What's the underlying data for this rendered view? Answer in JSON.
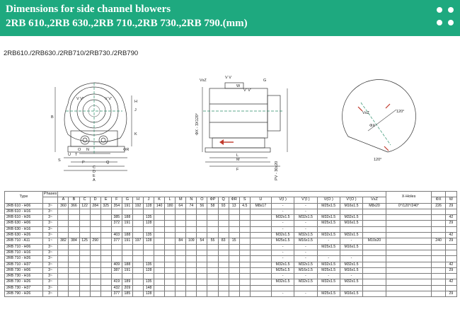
{
  "header": {
    "title_line1": "Dimensions for side channel blowers",
    "title_line2": "2RB 610.,2RB 630.,2RB 710.,2RB 730.,2RB 790.(mm)",
    "background_color": "#1ea97f"
  },
  "subtitle": "2RB610./2RB630./2RB710/2RB730./2RB790",
  "drawing": {
    "front_labels": {
      "A": "A",
      "B": "B",
      "C": "C",
      "D": "D",
      "E": "E",
      "H": "H",
      "J": "J",
      "K": "K",
      "N": "N",
      "O": "O",
      "P": "P",
      "Q": "Q",
      "R": "ΦR",
      "S": "S",
      "T": "T",
      "U": "U",
      "V1": "V V'",
      "V2": "V V'"
    },
    "side_labels": {
      "F": "F",
      "G": "G",
      "L": "L",
      "M": "M",
      "W": "W",
      "X": "ΦX - 3X120°",
      "Vxz": "VxZ",
      "Vv": "V V",
      "Vw": "V' V'",
      "PV": "PV - 30x20"
    },
    "flange_labels": {
      "angle_top": "120°",
      "angle_bottom": "120°",
      "Vxz": "VxZ",
      "X": "ΦX"
    }
  },
  "table": {
    "headers_row1": {
      "type": "Type",
      "phases": "Phases",
      "xholes": "X-Holes"
    },
    "headers_row2": [
      "A",
      "B",
      "C",
      "D",
      "E",
      "F",
      "G",
      "H",
      "J",
      "K",
      "L",
      "M",
      "N",
      "O",
      "ΦP",
      "Q",
      "ΦR",
      "S",
      "U",
      "V(I )",
      "V'(I )",
      "V(O )",
      "V'(O )",
      "VxZ",
      "ΦX",
      "W"
    ],
    "rows": [
      {
        "type": "2RB 610 - H06",
        "phase": "3~",
        "cells": [
          "360",
          "366",
          "122",
          "284",
          "325",
          "354",
          "191",
          "192",
          "128",
          "140",
          "180",
          "64",
          "74",
          "56",
          "58",
          "93",
          "13",
          "4.5",
          "M8x17",
          "-",
          "-",
          "M25x1.5",
          "M16x1.5",
          "M8x20",
          "0°/120°/240°",
          "226",
          "29"
        ]
      },
      {
        "type": "2RB 610 - H16",
        "phase": "3~",
        "cells": [
          "",
          "",
          "",
          "",
          "",
          "",
          "",
          "",
          "",
          "",
          "",
          "",
          "",
          "",
          "",
          "",
          "",
          "",
          "",
          "-",
          "-",
          "",
          "",
          "",
          "",
          "",
          ""
        ]
      },
      {
        "type": "2RB 610 - H26",
        "phase": "3~",
        "cells": [
          "",
          "",
          "",
          "",
          "",
          "385",
          "188",
          "",
          "135",
          "",
          "",
          "",
          "",
          "",
          "",
          "",
          "",
          "",
          "",
          "M32x1.5",
          "M32x1.5",
          "M32x1.5",
          "M32x1.5",
          "",
          "",
          "",
          "42"
        ]
      },
      {
        "type": "2RB 630 - H06",
        "phase": "3~",
        "cells": [
          "",
          "",
          "",
          "",
          "",
          "372",
          "191",
          "",
          "128",
          "",
          "",
          "",
          "",
          "",
          "",
          "",
          "",
          "",
          "",
          "-",
          "-",
          "M25x1.5",
          "M16x1.5",
          "",
          "",
          "",
          "29"
        ]
      },
      {
        "type": "2RB 630 - H16",
        "phase": "3~",
        "cells": [
          "",
          "",
          "",
          "",
          "",
          "",
          "",
          "",
          "",
          "",
          "",
          "",
          "",
          "",
          "",
          "",
          "",
          "",
          "",
          "-",
          "-",
          "",
          "",
          "",
          "",
          "",
          ""
        ]
      },
      {
        "type": "2RB 630 - H26",
        "phase": "3~",
        "cells": [
          "",
          "",
          "",
          "",
          "",
          "403",
          "188",
          "",
          "135",
          "",
          "",
          "",
          "",
          "",
          "",
          "",
          "",
          "",
          "",
          "M32x1.5",
          "M32x1.5",
          "M32x1.5",
          "M32x1.5",
          "",
          "",
          "",
          "42"
        ]
      },
      {
        "type": "2RB 710 - A11",
        "phase": "1~",
        "cells": [
          "382",
          "384",
          "125",
          "290",
          "",
          "377",
          "191",
          "197",
          "128",
          "",
          "",
          "84",
          "109",
          "54",
          "55",
          "83",
          "15",
          "",
          "",
          "M25x1.5",
          "M16x1.5",
          "-",
          "-",
          "M10x20",
          "",
          "240",
          "29"
        ]
      },
      {
        "type": "2RB 710 - H06",
        "phase": "3~",
        "cells": [
          "",
          "",
          "",
          "",
          "",
          "",
          "",
          "",
          "",
          "",
          "",
          "",
          "",
          "",
          "",
          "",
          "",
          "",
          "",
          "-",
          "-",
          "M25x1.5",
          "M16x1.5",
          "",
          "",
          "",
          ""
        ]
      },
      {
        "type": "2RB 710 - H16",
        "phase": "3~",
        "cells": [
          "",
          "",
          "",
          "",
          "",
          "",
          "",
          "",
          "",
          "",
          "",
          "",
          "",
          "",
          "",
          "",
          "",
          "",
          "",
          "-",
          "-",
          "",
          "",
          "",
          "",
          "",
          ""
        ]
      },
      {
        "type": "2RB 710 - H26",
        "phase": "3~",
        "cells": [
          "",
          "",
          "",
          "",
          "",
          "",
          "",
          "",
          "",
          "",
          "",
          "",
          "",
          "",
          "",
          "",
          "",
          "",
          "",
          "-",
          "-",
          "-",
          "-",
          "",
          "",
          "",
          ""
        ]
      },
      {
        "type": "2RB 710 - H37",
        "phase": "3~",
        "cells": [
          "",
          "",
          "",
          "",
          "",
          "409",
          "188",
          "",
          "135",
          "",
          "",
          "",
          "",
          "",
          "",
          "",
          "",
          "",
          "",
          "M32x1.5",
          "M32x1.5",
          "M32x1.5",
          "M32x1.5",
          "",
          "",
          "",
          "42"
        ]
      },
      {
        "type": "2RB 730 - H06",
        "phase": "3~",
        "cells": [
          "",
          "",
          "",
          "",
          "",
          "387",
          "191",
          "",
          "128",
          "",
          "",
          "",
          "",
          "",
          "",
          "",
          "",
          "",
          "",
          "M25x1.5",
          "M16x1.5",
          "M25x1.5",
          "M16x1.5",
          "",
          "",
          "",
          "29"
        ]
      },
      {
        "type": "2RB 730 - H16",
        "phase": "3~",
        "cells": [
          "",
          "",
          "",
          "",
          "",
          "",
          "",
          "",
          "",
          "",
          "",
          "",
          "",
          "",
          "",
          "",
          "",
          "",
          "",
          "-",
          "-",
          "-",
          "-",
          "",
          "",
          "",
          ""
        ]
      },
      {
        "type": "2RB 730 - H26",
        "phase": "3~",
        "cells": [
          "",
          "",
          "",
          "",
          "",
          "419",
          "189",
          "",
          "135",
          "",
          "",
          "",
          "",
          "",
          "",
          "",
          "",
          "",
          "",
          "M32x1.5",
          "M32x1.5",
          "M32x1.5",
          "M32x1.5",
          "",
          "",
          "",
          "42"
        ]
      },
      {
        "type": "2RB 730 - H37",
        "phase": "3~",
        "cells": [
          "",
          "",
          "",
          "",
          "",
          "432",
          "209",
          "",
          "148",
          "",
          "",
          "",
          "",
          "",
          "",
          "",
          "",
          "",
          "",
          "",
          "",
          "",
          "",
          "",
          "",
          "",
          ""
        ]
      },
      {
        "type": "2RB 790 - H26",
        "phase": "3~",
        "cells": [
          "",
          "",
          "",
          "",
          "",
          "377",
          "185",
          "",
          "128",
          "",
          "",
          "",
          "",
          "",
          "",
          "",
          "",
          "",
          "",
          "-",
          "-",
          "M25x1.5",
          "M16x1.5",
          "",
          "",
          "",
          "29"
        ]
      }
    ]
  }
}
